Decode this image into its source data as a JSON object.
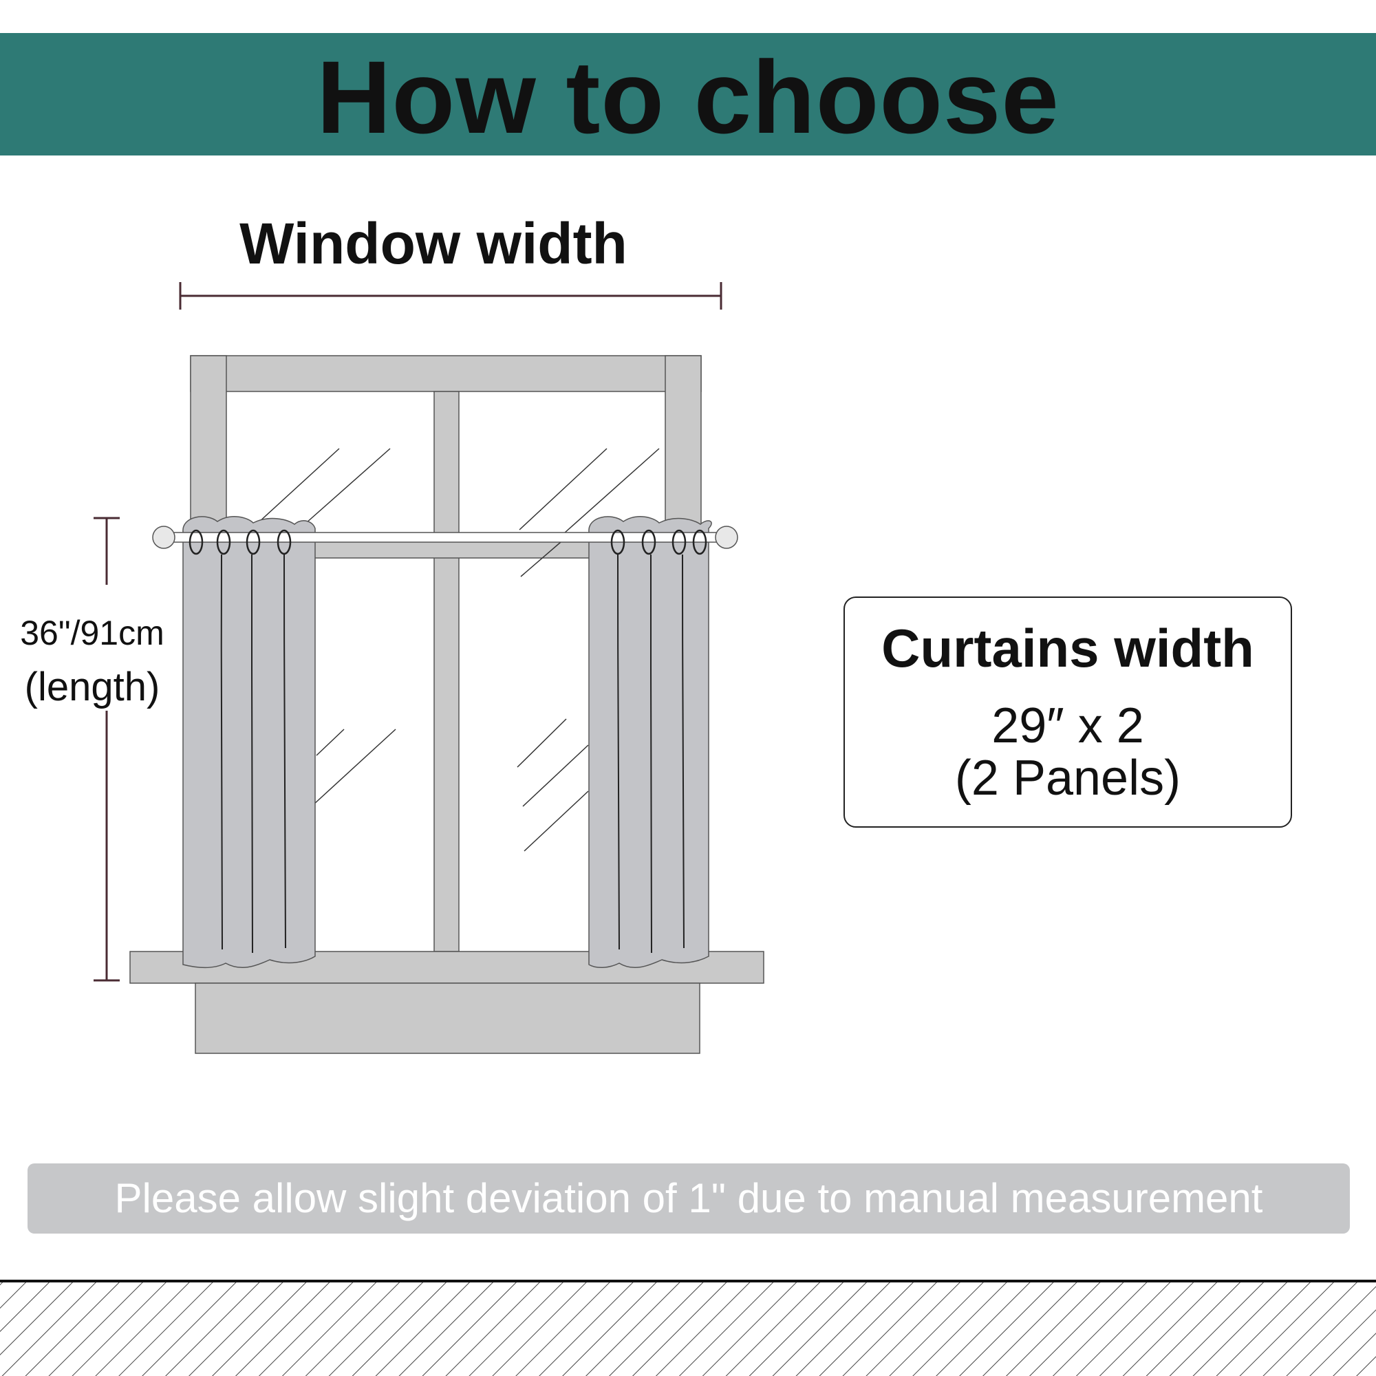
{
  "header": {
    "title": "How to choose"
  },
  "diagram": {
    "window_width_label": "Window width",
    "length_value": "36\"/91cm",
    "length_caption": "(length)"
  },
  "curtains_box": {
    "title": "Curtains width",
    "value": "29″ x 2",
    "panels": "(2 Panels)"
  },
  "note": {
    "text": "Please allow slight deviation of 1\" due to manual measurement"
  },
  "colors": {
    "header_band": "#2e7a75",
    "frame_gray": "#c9c9c9",
    "curtain_gray": "#c3c4c8",
    "measure_line": "#4a2b33",
    "note_bar": "#c6c7c9"
  }
}
